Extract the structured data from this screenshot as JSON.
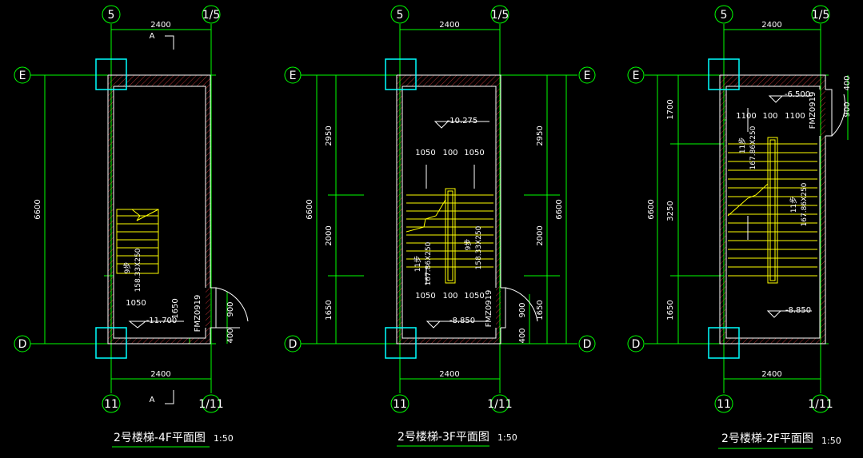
{
  "axes": {
    "top_left": "5",
    "top_right": "1/5",
    "bottom_left": "11",
    "bottom_right": "1/11",
    "row_top": "E",
    "row_bottom": "D"
  },
  "plans": [
    {
      "title": "2号楼梯-4F平面图",
      "scale": "1:50",
      "top_width": "2400",
      "bottom_width": "2400",
      "overall": "6600",
      "right_dims": [
        "1650",
        "900",
        "400"
      ],
      "run_width": "1050",
      "stair_note": [
        "9步",
        "158.33X250"
      ],
      "elevation": "-11.700",
      "door": "FMZ0919",
      "section_mark": "A"
    },
    {
      "title": "2号楼梯-3F平面图",
      "scale": "1:50",
      "top_width": "2400",
      "bottom_width": "2400",
      "left_overall": "6600",
      "left_dims": [
        "2950",
        "2000",
        "1650"
      ],
      "right_overall": "6600",
      "right_dims": [
        "2950",
        "2000",
        "1650"
      ],
      "run_top": [
        "1050",
        "100",
        "1050"
      ],
      "run_bottom": [
        "1050",
        "100",
        "1050"
      ],
      "stair_note_1": [
        "11步",
        "167.86X250"
      ],
      "stair_note_2": [
        "9步",
        "158.33X250"
      ],
      "elev_top": "-10.275",
      "elev_bottom": "-8.850",
      "door": "FMZ0919",
      "door_dims": [
        "900",
        "400"
      ]
    },
    {
      "title": "2号楼梯-2F平面图",
      "scale": "1:50",
      "top_width": "2400",
      "bottom_width": "2400",
      "left_overall": "6600",
      "left_dims": [
        "1700",
        "3250",
        "1650"
      ],
      "run_top": [
        "1100",
        "100",
        "1100"
      ],
      "stair_note_1": [
        "11步",
        "167.86X250"
      ],
      "stair_note_2": [
        "11步",
        "167.86X250"
      ],
      "elev_top": "-6.500",
      "elev_bottom": "-8.850",
      "door": "FMZ0919",
      "door_dims": [
        "400",
        "900"
      ]
    }
  ],
  "colors": {
    "axis": "#00ff00",
    "stair": "#ffff00",
    "column": "#00ffff",
    "hatch": "#ff4444",
    "background": "#000000"
  }
}
